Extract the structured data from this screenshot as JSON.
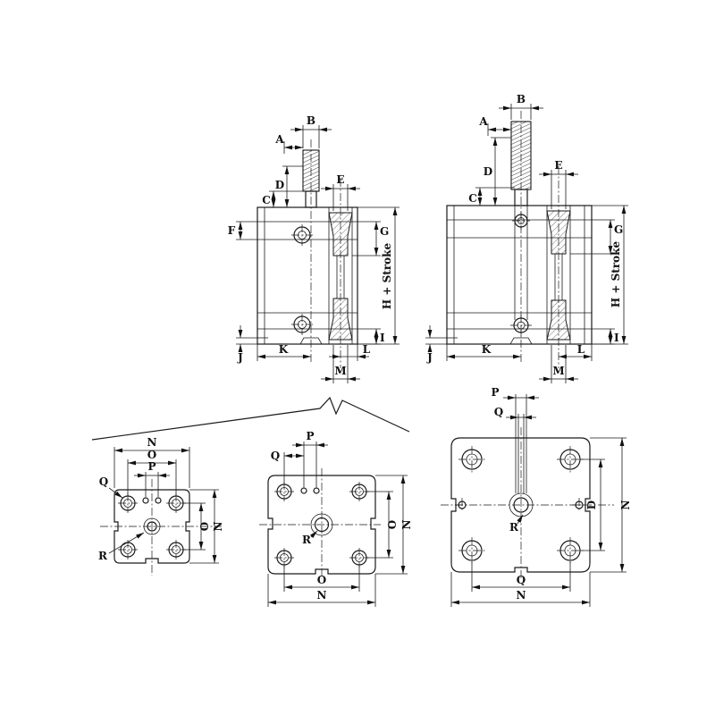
{
  "drawing": {
    "views": [
      {
        "id": "side-view-small",
        "visible_labels": [
          "A",
          "B",
          "C",
          "D",
          "E",
          "F",
          "G",
          "H + Stroke",
          "I",
          "J",
          "K",
          "L",
          "M"
        ]
      },
      {
        "id": "side-view-large",
        "visible_labels": [
          "A",
          "B",
          "C",
          "D",
          "E",
          "G",
          "H + Stroke",
          "I",
          "J",
          "K",
          "L",
          "M"
        ]
      },
      {
        "id": "face-view-small",
        "visible_labels": [
          "N",
          "O",
          "P",
          "Q",
          "O",
          "N",
          "R"
        ]
      },
      {
        "id": "face-view-medium",
        "visible_labels": [
          "P",
          "Q",
          "R",
          "O",
          "N",
          "O",
          "N"
        ]
      },
      {
        "id": "face-view-large",
        "visible_labels": [
          "P",
          "Q",
          "R",
          "D",
          "N",
          "Q",
          "N"
        ]
      }
    ]
  },
  "labels": {
    "A": "A",
    "B": "B",
    "C": "C",
    "D": "D",
    "E": "E",
    "F": "F",
    "G": "G",
    "H_stroke": "H + Stroke",
    "I": "I",
    "J": "J",
    "K": "K",
    "L": "L",
    "M": "M",
    "N": "N",
    "O": "O",
    "P": "P",
    "Q": "Q",
    "R": "R"
  }
}
